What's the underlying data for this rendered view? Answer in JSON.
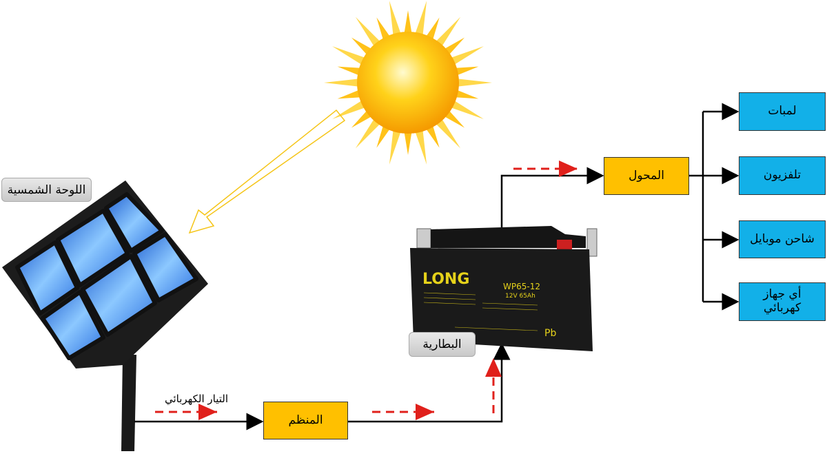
{
  "labels": {
    "solar_panel": "اللوحة الشمسية",
    "current": "التيار الكهربائي",
    "controller": "المنظم",
    "battery": "البطارية",
    "inverter": "المحول"
  },
  "loads": [
    "لمبات",
    "تلفزيون",
    "شاحن موبايل",
    "أي جهاز كهربائي"
  ],
  "battery_image": {
    "brand": "LONG",
    "model": "WP65-12",
    "rating": "12V 65Ah",
    "mark": "Pb"
  },
  "colors": {
    "controller": "#ffc000",
    "load": "#12b0e8",
    "flow": "#e0201b",
    "arrow": "#000000",
    "panel": "#3a8fe8"
  }
}
